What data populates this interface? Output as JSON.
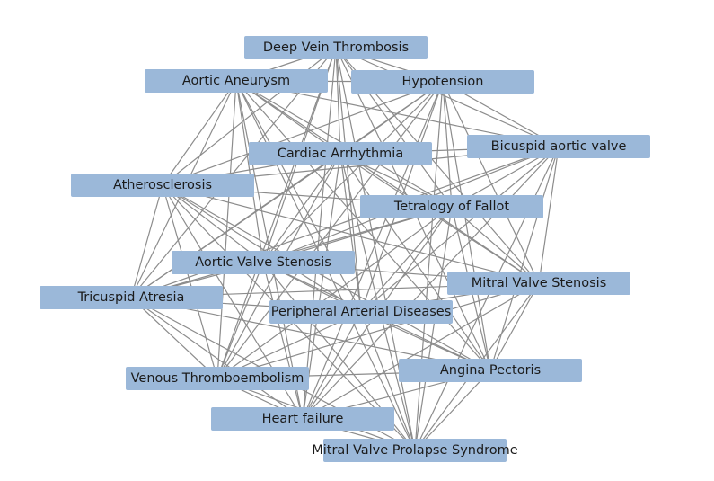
{
  "network": {
    "nodes": [
      {
        "id": "dvt",
        "label": "Deep Vein Thrombosis"
      },
      {
        "id": "aa",
        "label": "Aortic Aneurysm"
      },
      {
        "id": "hypo",
        "label": "Hypotension"
      },
      {
        "id": "ca",
        "label": "Cardiac Arrhythmia"
      },
      {
        "id": "bav",
        "label": "Bicuspid aortic valve"
      },
      {
        "id": "ath",
        "label": "Atherosclerosis"
      },
      {
        "id": "tof",
        "label": "Tetralogy of Fallot"
      },
      {
        "id": "avs",
        "label": "Aortic Valve Stenosis"
      },
      {
        "id": "ta",
        "label": "Tricuspid Atresia"
      },
      {
        "id": "mvs",
        "label": "Mitral Valve Stenosis"
      },
      {
        "id": "pad",
        "label": "Peripheral Arterial Diseases"
      },
      {
        "id": "vte",
        "label": "Venous Thromboembolism"
      },
      {
        "id": "ap",
        "label": "Angina Pectoris"
      },
      {
        "id": "hf",
        "label": "Heart failure"
      },
      {
        "id": "mvps",
        "label": "Mitral Valve Prolapse Syndrome"
      }
    ],
    "edges": [
      [
        "dvt",
        "aa"
      ],
      [
        "dvt",
        "hypo"
      ],
      [
        "dvt",
        "ca"
      ],
      [
        "dvt",
        "ath"
      ],
      [
        "dvt",
        "tof"
      ],
      [
        "dvt",
        "avs"
      ],
      [
        "dvt",
        "ta"
      ],
      [
        "dvt",
        "mvs"
      ],
      [
        "dvt",
        "pad"
      ],
      [
        "dvt",
        "vte"
      ],
      [
        "dvt",
        "ap"
      ],
      [
        "dvt",
        "hf"
      ],
      [
        "dvt",
        "mvps"
      ],
      [
        "dvt",
        "bav"
      ],
      [
        "aa",
        "hypo"
      ],
      [
        "aa",
        "ca"
      ],
      [
        "aa",
        "bav"
      ],
      [
        "aa",
        "ath"
      ],
      [
        "aa",
        "tof"
      ],
      [
        "aa",
        "avs"
      ],
      [
        "aa",
        "ta"
      ],
      [
        "aa",
        "mvs"
      ],
      [
        "aa",
        "pad"
      ],
      [
        "aa",
        "vte"
      ],
      [
        "aa",
        "ap"
      ],
      [
        "aa",
        "hf"
      ],
      [
        "aa",
        "mvps"
      ],
      [
        "hypo",
        "ca"
      ],
      [
        "hypo",
        "bav"
      ],
      [
        "hypo",
        "ath"
      ],
      [
        "hypo",
        "tof"
      ],
      [
        "hypo",
        "avs"
      ],
      [
        "hypo",
        "ta"
      ],
      [
        "hypo",
        "mvs"
      ],
      [
        "hypo",
        "pad"
      ],
      [
        "hypo",
        "vte"
      ],
      [
        "hypo",
        "ap"
      ],
      [
        "hypo",
        "hf"
      ],
      [
        "hypo",
        "mvps"
      ],
      [
        "ca",
        "bav"
      ],
      [
        "ca",
        "ath"
      ],
      [
        "ca",
        "tof"
      ],
      [
        "ca",
        "avs"
      ],
      [
        "ca",
        "ta"
      ],
      [
        "ca",
        "mvs"
      ],
      [
        "ca",
        "pad"
      ],
      [
        "ca",
        "vte"
      ],
      [
        "ca",
        "ap"
      ],
      [
        "ca",
        "hf"
      ],
      [
        "ca",
        "mvps"
      ],
      [
        "bav",
        "ath"
      ],
      [
        "bav",
        "tof"
      ],
      [
        "bav",
        "avs"
      ],
      [
        "bav",
        "ta"
      ],
      [
        "bav",
        "mvs"
      ],
      [
        "bav",
        "pad"
      ],
      [
        "bav",
        "ap"
      ],
      [
        "bav",
        "hf"
      ],
      [
        "bav",
        "mvps"
      ],
      [
        "ath",
        "tof"
      ],
      [
        "ath",
        "avs"
      ],
      [
        "ath",
        "ta"
      ],
      [
        "ath",
        "mvs"
      ],
      [
        "ath",
        "pad"
      ],
      [
        "ath",
        "vte"
      ],
      [
        "ath",
        "ap"
      ],
      [
        "ath",
        "hf"
      ],
      [
        "ath",
        "mvps"
      ],
      [
        "tof",
        "avs"
      ],
      [
        "tof",
        "ta"
      ],
      [
        "tof",
        "mvs"
      ],
      [
        "tof",
        "pad"
      ],
      [
        "tof",
        "vte"
      ],
      [
        "tof",
        "ap"
      ],
      [
        "tof",
        "hf"
      ],
      [
        "tof",
        "mvps"
      ],
      [
        "avs",
        "ta"
      ],
      [
        "avs",
        "mvs"
      ],
      [
        "avs",
        "pad"
      ],
      [
        "avs",
        "vte"
      ],
      [
        "avs",
        "ap"
      ],
      [
        "avs",
        "hf"
      ],
      [
        "avs",
        "mvps"
      ],
      [
        "ta",
        "mvs"
      ],
      [
        "ta",
        "pad"
      ],
      [
        "ta",
        "vte"
      ],
      [
        "ta",
        "ap"
      ],
      [
        "ta",
        "hf"
      ],
      [
        "ta",
        "mvps"
      ],
      [
        "mvs",
        "pad"
      ],
      [
        "mvs",
        "vte"
      ],
      [
        "mvs",
        "ap"
      ],
      [
        "mvs",
        "hf"
      ],
      [
        "mvs",
        "mvps"
      ],
      [
        "pad",
        "vte"
      ],
      [
        "pad",
        "ap"
      ],
      [
        "pad",
        "hf"
      ],
      [
        "pad",
        "mvps"
      ],
      [
        "vte",
        "ap"
      ],
      [
        "vte",
        "hf"
      ],
      [
        "vte",
        "mvps"
      ],
      [
        "ap",
        "hf"
      ],
      [
        "ap",
        "mvps"
      ],
      [
        "hf",
        "mvps"
      ]
    ]
  }
}
